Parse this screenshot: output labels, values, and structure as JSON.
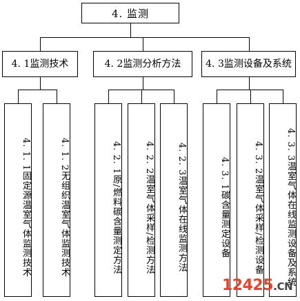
{
  "diagram": {
    "root": {
      "label": "4. 监测"
    },
    "branches": [
      {
        "label": "4. 1监测技术",
        "children": [
          "4. 1. 1固定源温室气体监测技术",
          "4. 1. 2无组织温室气体监测技术"
        ]
      },
      {
        "label": "4. 2监测分析方法",
        "children": [
          "4. 2. 1原/燃料碳含量测定方法",
          "4. 2. 2温室气体采样/检测方法",
          "4. 2. 3温室气体在线监测方法"
        ]
      },
      {
        "label": "4. 3监测设备及系统",
        "children": [
          "4. 3. 1碳含量测定设备",
          "4. 3. 2温室气体采样/检测设备",
          "4. 3. 3温室气体在线监测设备及系统"
        ]
      }
    ]
  },
  "watermark": {
    "digits": "12425",
    "dot": ".",
    "suffix": "CN"
  }
}
